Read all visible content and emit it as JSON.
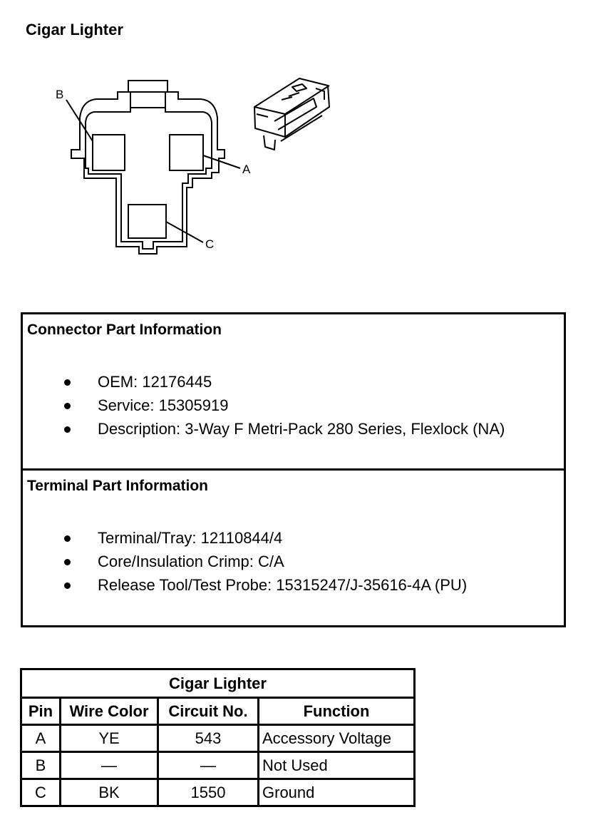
{
  "page": {
    "title": "Cigar Lighter"
  },
  "diagram": {
    "callouts": [
      "A",
      "B",
      "C"
    ]
  },
  "connector_info": {
    "heading": "Connector Part Information",
    "items": [
      "OEM: 12176445",
      "Service: 15305919",
      "Description: 3-Way F Metri-Pack 280 Series, Flexlock (NA)"
    ]
  },
  "terminal_info": {
    "heading": "Terminal Part Information",
    "items": [
      "Terminal/Tray: 12110844/4",
      "Core/Insulation Crimp: C/A",
      "Release Tool/Test Probe: 15315247/J-35616-4A (PU)"
    ]
  },
  "pin_table": {
    "caption": "Cigar Lighter",
    "headers": [
      "Pin",
      "Wire Color",
      "Circuit No.",
      "Function"
    ],
    "rows": [
      [
        "A",
        "YE",
        "543",
        "Accessory Voltage"
      ],
      [
        "B",
        "—",
        "—",
        "Not Used"
      ],
      [
        "C",
        "BK",
        "1550",
        "Ground"
      ]
    ]
  }
}
